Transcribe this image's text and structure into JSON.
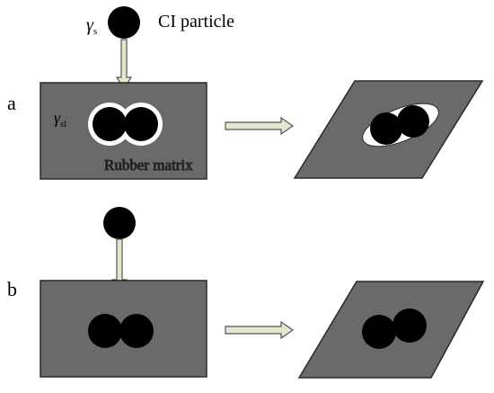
{
  "labels": {
    "panel_a": "a",
    "panel_b": "b",
    "gamma_s_symbol": "γ",
    "gamma_s_subscript": "s",
    "gamma_sl_symbol": "γ",
    "gamma_sl_subscript": "sl",
    "ci_particle": "CI particle",
    "rubber_matrix": "Rubber matrix"
  },
  "colors": {
    "matrix_fill": "#6a6a6a",
    "matrix_stroke": "#2a2a2a",
    "particle_fill": "#000000",
    "void_fill": "#ffffff",
    "arrow_fill": "#e6e6cf",
    "arrow_stroke": "#555555",
    "text": "#000000"
  }
}
